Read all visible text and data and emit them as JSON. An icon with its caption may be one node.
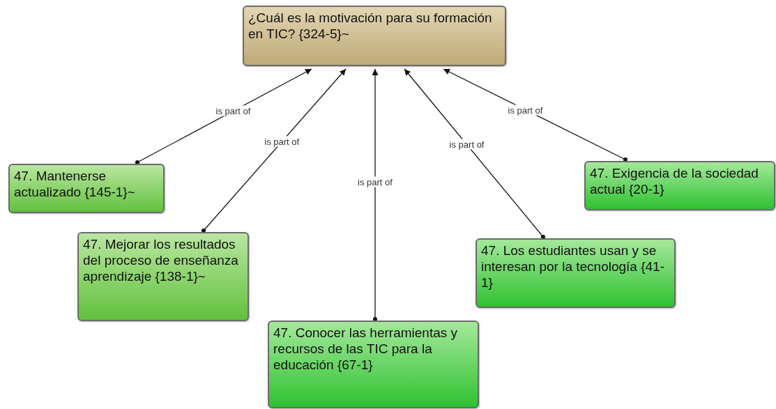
{
  "diagram": {
    "nodes": [
      {
        "text": [
          "¿Cuál es la motivación para su formación en TIC? {324-5}~"
        ]
      },
      {
        "text": [
          "47. Mantenerse actualizado {145-1}~"
        ]
      },
      {
        "text": [
          "47. Mejorar los resultados del proceso de enseñanza aprendizaje {138-1}~"
        ]
      },
      {
        "text": [
          "47. Conocer las herramientas y recursos de las TIC para la educación {67-1}"
        ]
      },
      {
        "text": [
          "47. Los estudiantes usan y se interesan por la tecnología {41-1}"
        ]
      },
      {
        "text": [
          "47. Exigencia de la sociedad actual {20-1}"
        ]
      }
    ],
    "edges": [
      {
        "from": 1,
        "to": 0,
        "arrow": "to",
        "label": "is part of"
      },
      {
        "from": 2,
        "to": 0,
        "arrow": "to",
        "label": "is part of"
      },
      {
        "from": 3,
        "to": 0,
        "arrow": "to",
        "label": "is part of"
      },
      {
        "from": 4,
        "to": 0,
        "arrow": "to",
        "label": "is part of"
      },
      {
        "from": 5,
        "to": 0,
        "arrow": "to",
        "label": "is part of"
      }
    ]
  }
}
